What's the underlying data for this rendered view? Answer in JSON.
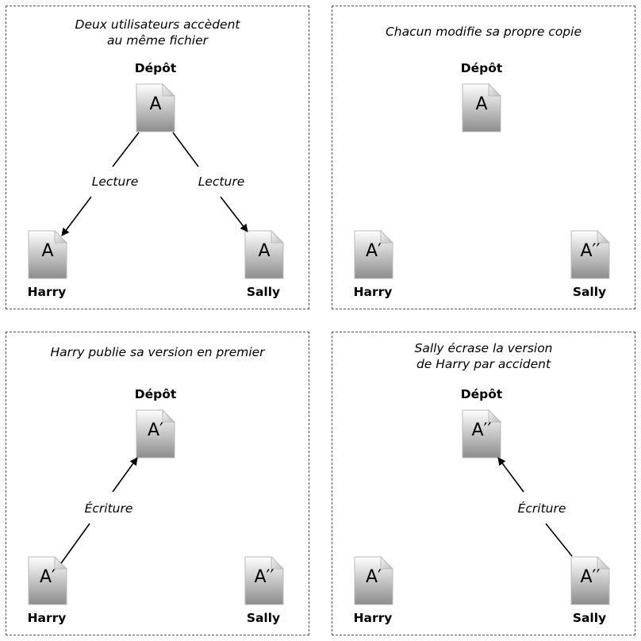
{
  "panels": [
    {
      "title": "Deux utilisateurs accèdent\nau même fichier",
      "repo_label": "Dépôt",
      "repo_doc": "A",
      "harry_label": "Harry",
      "harry_doc": "A",
      "sally_label": "Sally",
      "sally_doc": "A",
      "edge_left": "Lecture",
      "edge_right": "Lecture"
    },
    {
      "title": "Chacun modifie sa propre copie",
      "repo_label": "Dépôt",
      "repo_doc": "A",
      "harry_label": "Harry",
      "harry_doc": "A′",
      "sally_label": "Sally",
      "sally_doc": "A′′"
    },
    {
      "title": "Harry publie sa version en premier",
      "repo_label": "Dépôt",
      "repo_doc": "A′",
      "harry_label": "Harry",
      "harry_doc": "A′",
      "sally_label": "Sally",
      "sally_doc": "A′′",
      "edge_left": "Écriture"
    },
    {
      "title": "Sally écrase la version\nde Harry par accident",
      "repo_label": "Dépôt",
      "repo_doc": "A′′",
      "harry_label": "Harry",
      "harry_doc": "A′",
      "sally_label": "Sally",
      "sally_doc": "A′′",
      "edge_right": "Écriture"
    }
  ]
}
